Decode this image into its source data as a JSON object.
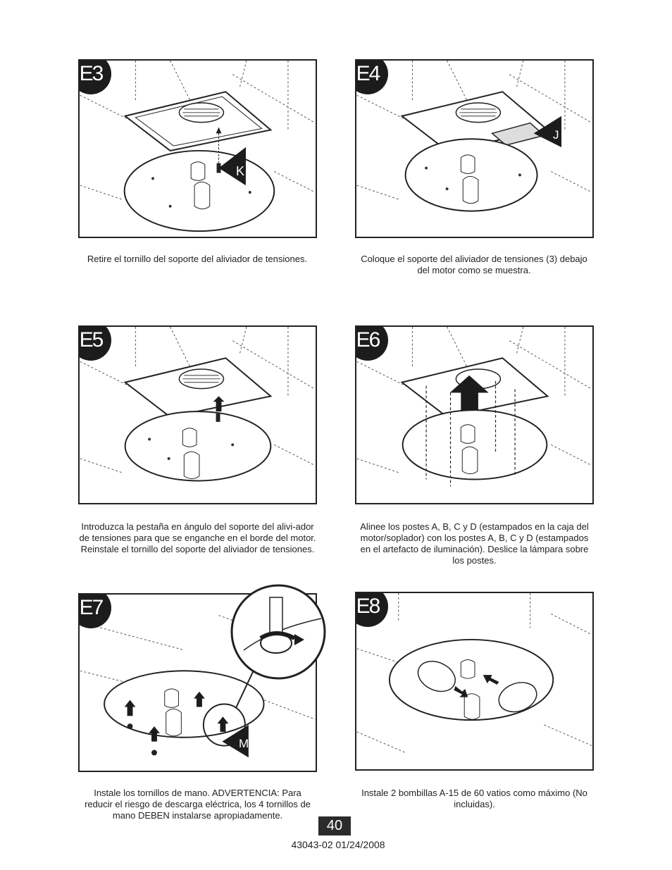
{
  "steps": [
    {
      "id": "E3",
      "caption": "Retire el tornillo del soporte del aliviador de tensiones.",
      "callout": "K"
    },
    {
      "id": "E4",
      "caption": "Coloque el soporte del aliviador de tensiones (3) debajo del motor como se muestra.",
      "callout": "J"
    },
    {
      "id": "E5",
      "caption": "Introduzca la pestaña en ángulo del soporte del alivi-ador de tensiones para que se enganche en el borde del motor. Reinstale el tornillo del soporte del aliviador de tensiones."
    },
    {
      "id": "E6",
      "caption": "Alinee los postes A, B, C y D (estampados en la caja del motor/soplador) con los postes A, B, C y D (estampados en el artefacto de iluminación). Deslice la lámpara sobre los postes."
    },
    {
      "id": "E7",
      "caption": "Instale los tornillos de mano. ADVERTENCIA: Para reducir el riesgo de descarga eléctrica, los 4 tornillos de mano DEBEN instalarse apropiadamente.",
      "callout": "M"
    },
    {
      "id": "E8",
      "caption": "Instale 2 bombillas A-15 de 60 vatios como máximo (No incluidas)."
    }
  ],
  "page_number": "40",
  "doc_code": "43043-02  01/24/2008"
}
